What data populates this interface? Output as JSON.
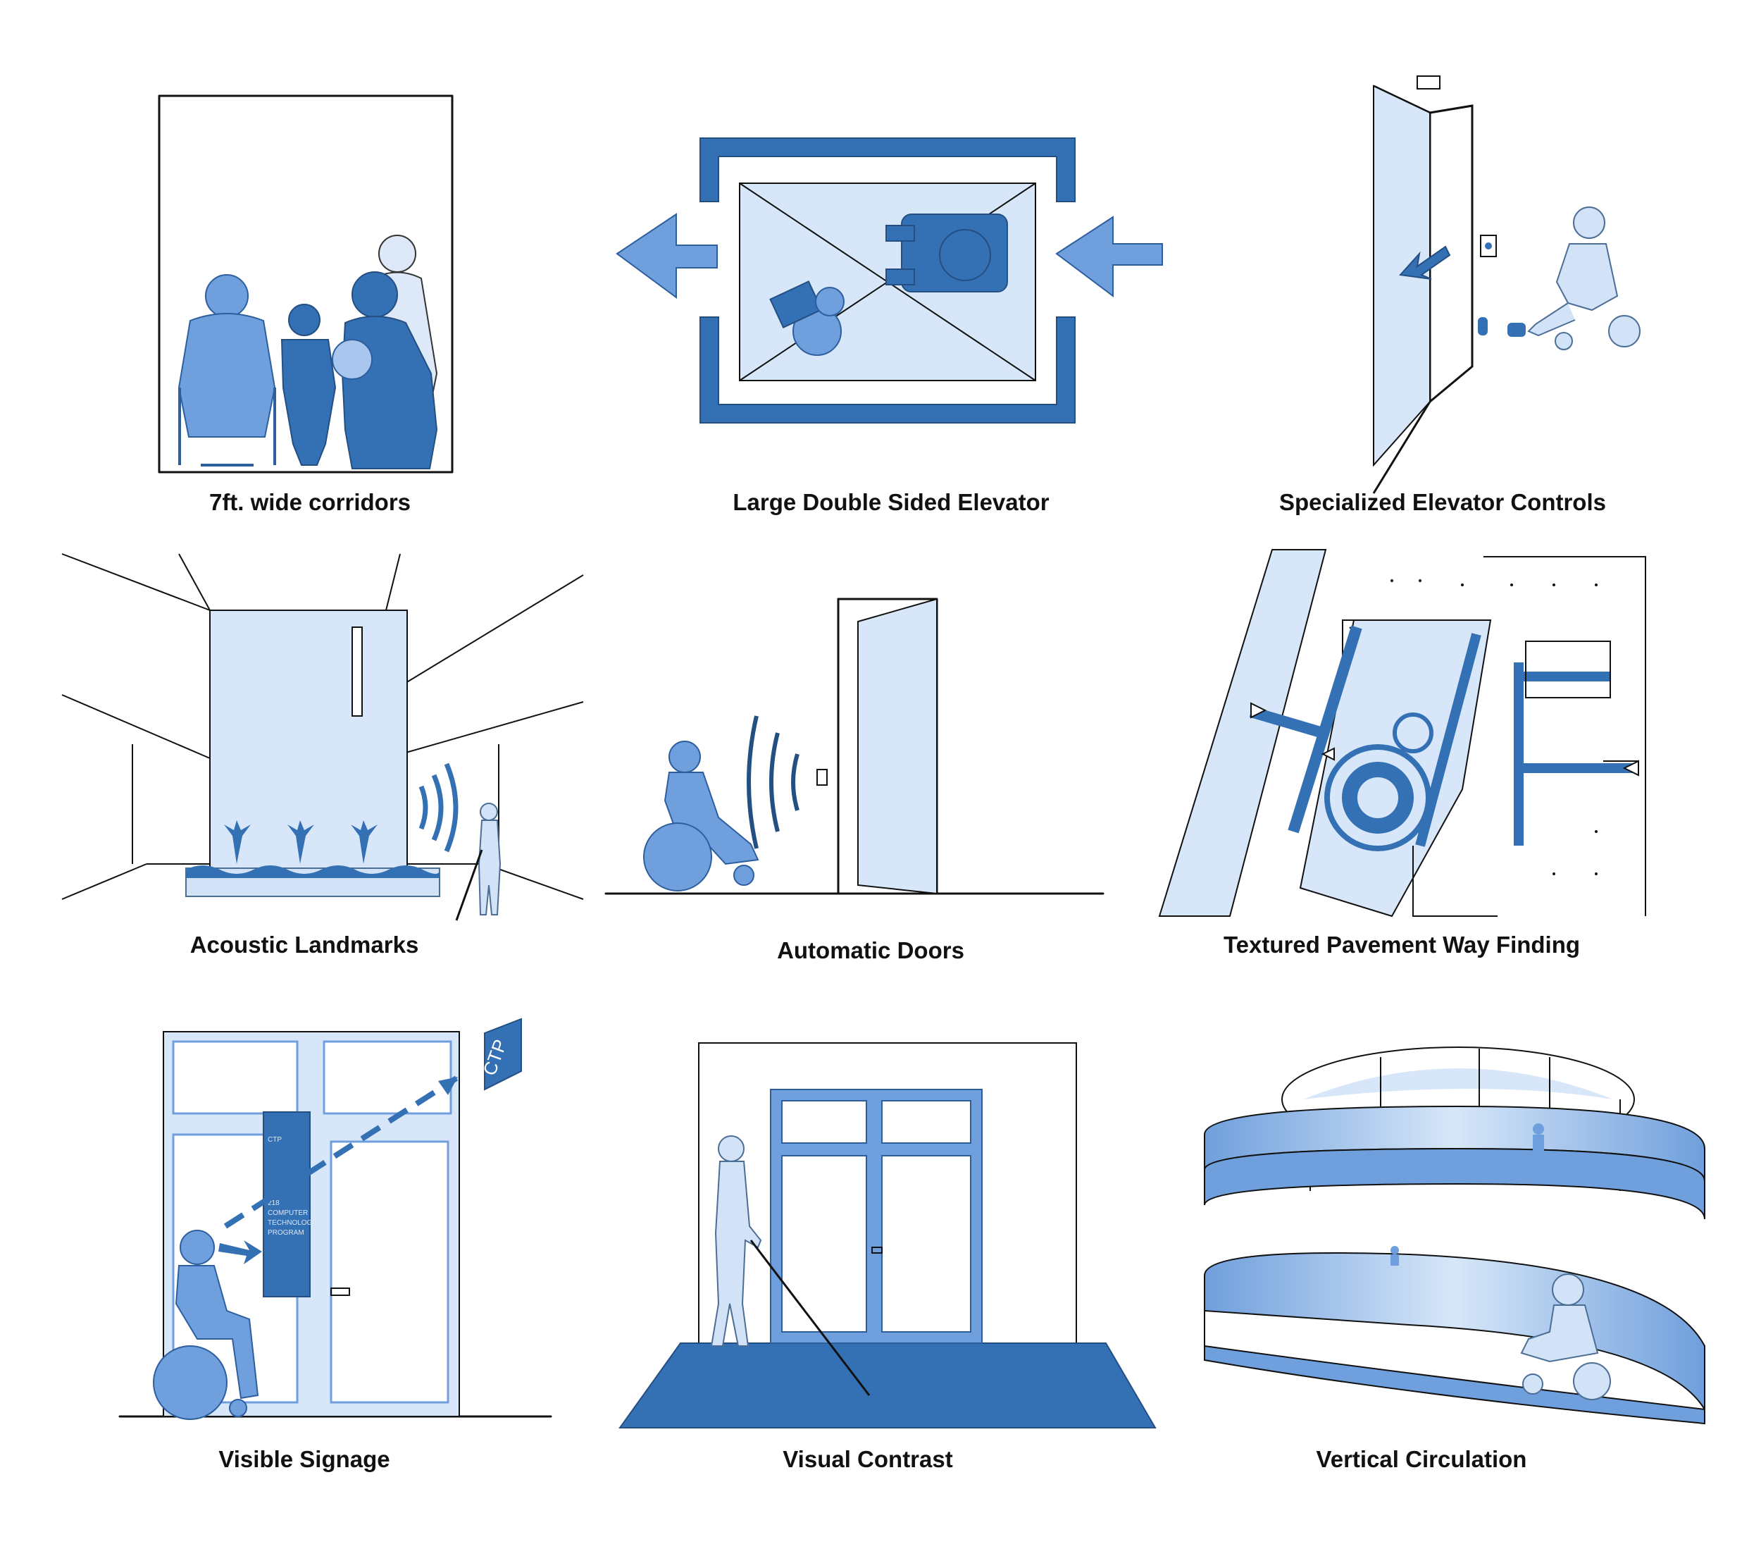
{
  "panels": [
    {
      "id": "corridors",
      "label": "7ft. wide corridors"
    },
    {
      "id": "elevator",
      "label": "Large Double Sided Elevator"
    },
    {
      "id": "controls",
      "label": "Specialized Elevator Controls"
    },
    {
      "id": "acoustic",
      "label": "Acoustic Landmarks"
    },
    {
      "id": "doors",
      "label": "Automatic Doors"
    },
    {
      "id": "pavement",
      "label": "Textured Pavement Way Finding"
    },
    {
      "id": "signage",
      "label": "Visible Signage"
    },
    {
      "id": "contrast",
      "label": "Visual Contrast"
    },
    {
      "id": "circulation",
      "label": "Vertical Circulation"
    }
  ],
  "sign": {
    "overhead": "CTP",
    "board_title": "CTP",
    "board_lines": [
      "218",
      "COMPUTER",
      "TECHNOLOGIES",
      "PROGRAM"
    ]
  },
  "colors": {
    "light": "#d7e7f9",
    "medium": "#6f9fdc",
    "dark": "#3470b4",
    "line": "#111111"
  }
}
